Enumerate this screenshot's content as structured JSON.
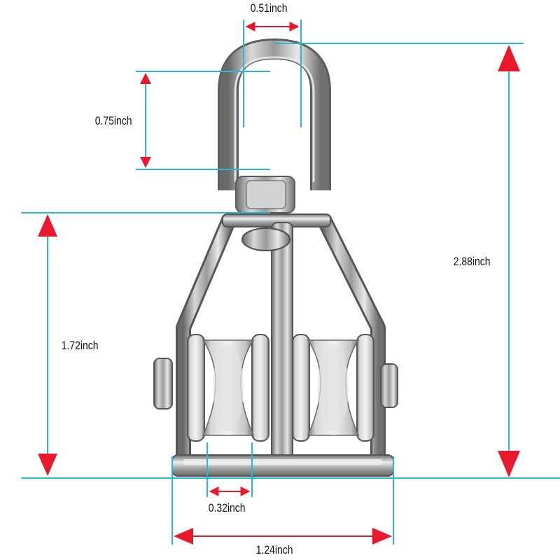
{
  "dimensions": {
    "eye_width": "0.51inch",
    "eye_height": "0.75inch",
    "overall_height": "2.88inch",
    "body_height": "1.72inch",
    "sheave_width": "0.32inch",
    "overall_width": "1.24inch"
  },
  "colors": {
    "dimension_line": "#2bb5d9",
    "arrow": "#e8192c",
    "metal_dark": "#5a5a5a",
    "metal_mid": "#a8a8a8",
    "metal_light": "#e6e6e6"
  }
}
